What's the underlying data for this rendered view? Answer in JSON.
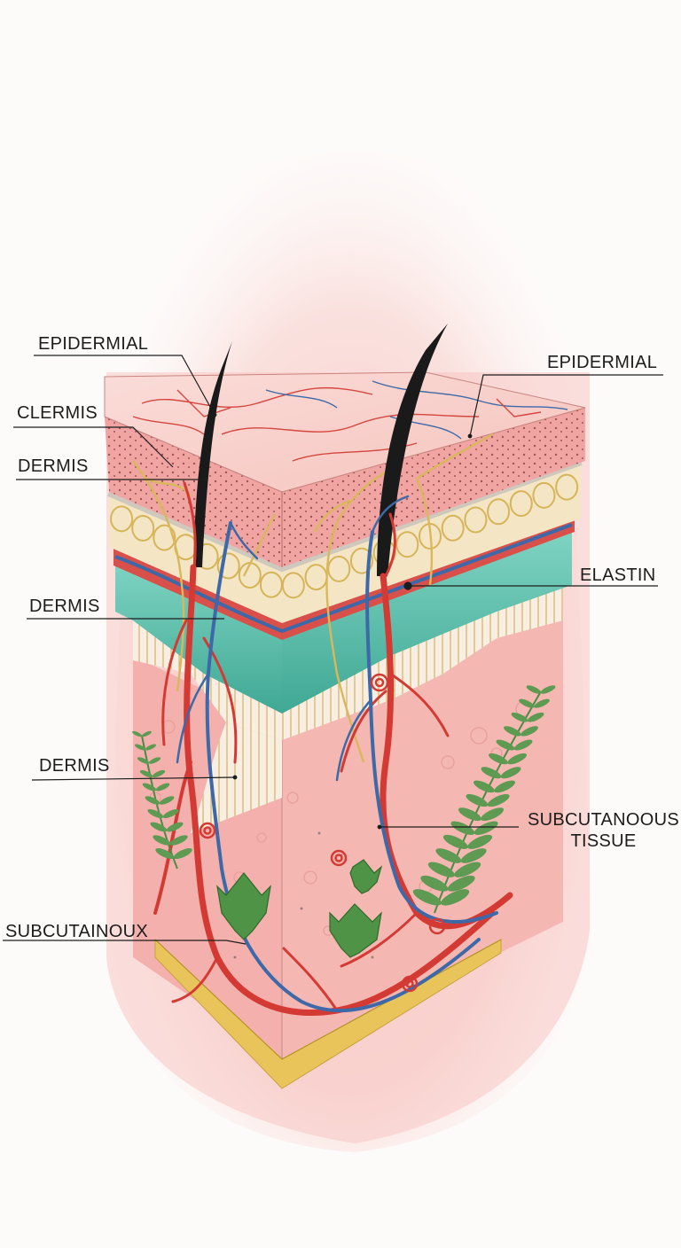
{
  "labels": {
    "left_epidermial": "EPIDERMIAL",
    "left_clermis": "CLERMIS",
    "left_dermis_1": "DERMIS",
    "left_dermis_2": "DERMIS",
    "left_dermis_3": "DERMIS",
    "left_subcutainoux": "SUBCUTAINOUX",
    "right_epidermial": "EPIDERMIAL",
    "right_elastin": "ELASTIN",
    "right_subcutanoous_line1": "SUBCUTANOOUS",
    "right_subcutanoous_line2": "TISSUE"
  },
  "colors": {
    "skin_pink": "#f4b6b0",
    "epidermis_pink": "#f1a8a4",
    "vessel_red": "#d43a34",
    "vessel_blue": "#3d69a8",
    "nerve_yellow": "#d9b85c",
    "teal_layer": "#5cbfae",
    "fern_green": "#4d8a47",
    "base_gold": "#e9c45a",
    "hair_black": "#1a1a1a"
  }
}
